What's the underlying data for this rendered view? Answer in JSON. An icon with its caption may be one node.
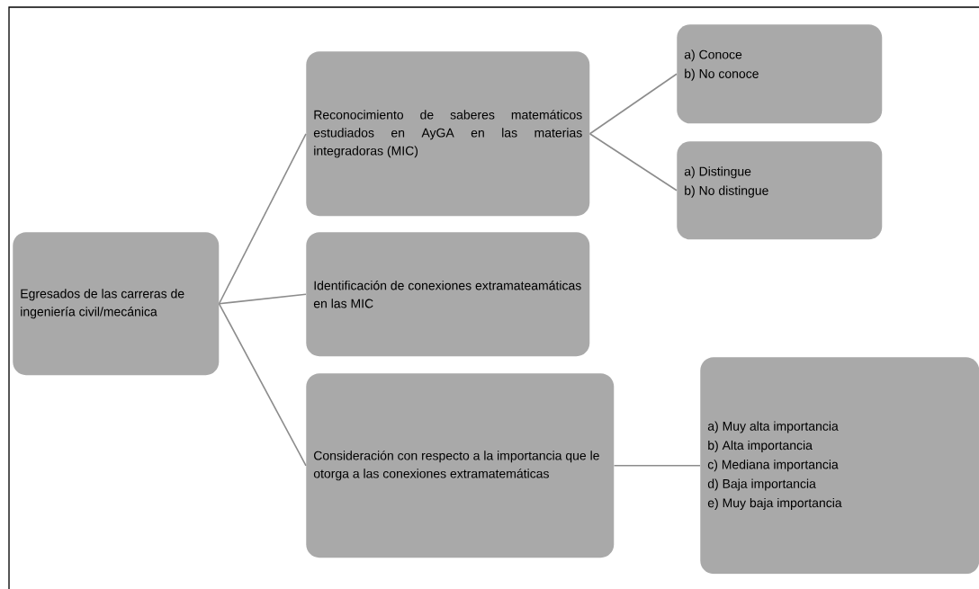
{
  "diagram": {
    "nodes": [
      {
        "text": [
          "Egresados de las carreras de ingeniería civil/mecánica"
        ]
      },
      {
        "text": [
          "Reconocimiento de saberes matemáticos estudiados en AyGA en las materias integradoras (MIC)"
        ]
      },
      {
        "text": [
          "a) Conoce",
          "b) No conoce"
        ]
      },
      {
        "text": [
          "a) Distingue",
          "b) No distingue"
        ]
      },
      {
        "text": [
          "Identificación de conexiones extramateamáticas en las MIC"
        ]
      },
      {
        "text": [
          "Consideración con respecto a la importancia que le otorga a las conexiones extramatemáticas"
        ]
      },
      {
        "text": [
          "a) Muy alta importancia",
          "b) Alta importancia",
          "c) Mediana importancia",
          "d) Baja importancia",
          "e) Muy baja importancia"
        ]
      }
    ],
    "edges": [
      {
        "from": 0,
        "to": 1,
        "arrow": "none"
      },
      {
        "from": 0,
        "to": 4,
        "arrow": "none"
      },
      {
        "from": 0,
        "to": 5,
        "arrow": "none"
      },
      {
        "from": 1,
        "to": 2,
        "arrow": "none"
      },
      {
        "from": 1,
        "to": 3,
        "arrow": "none"
      },
      {
        "from": 5,
        "to": 6,
        "arrow": "none"
      }
    ]
  }
}
